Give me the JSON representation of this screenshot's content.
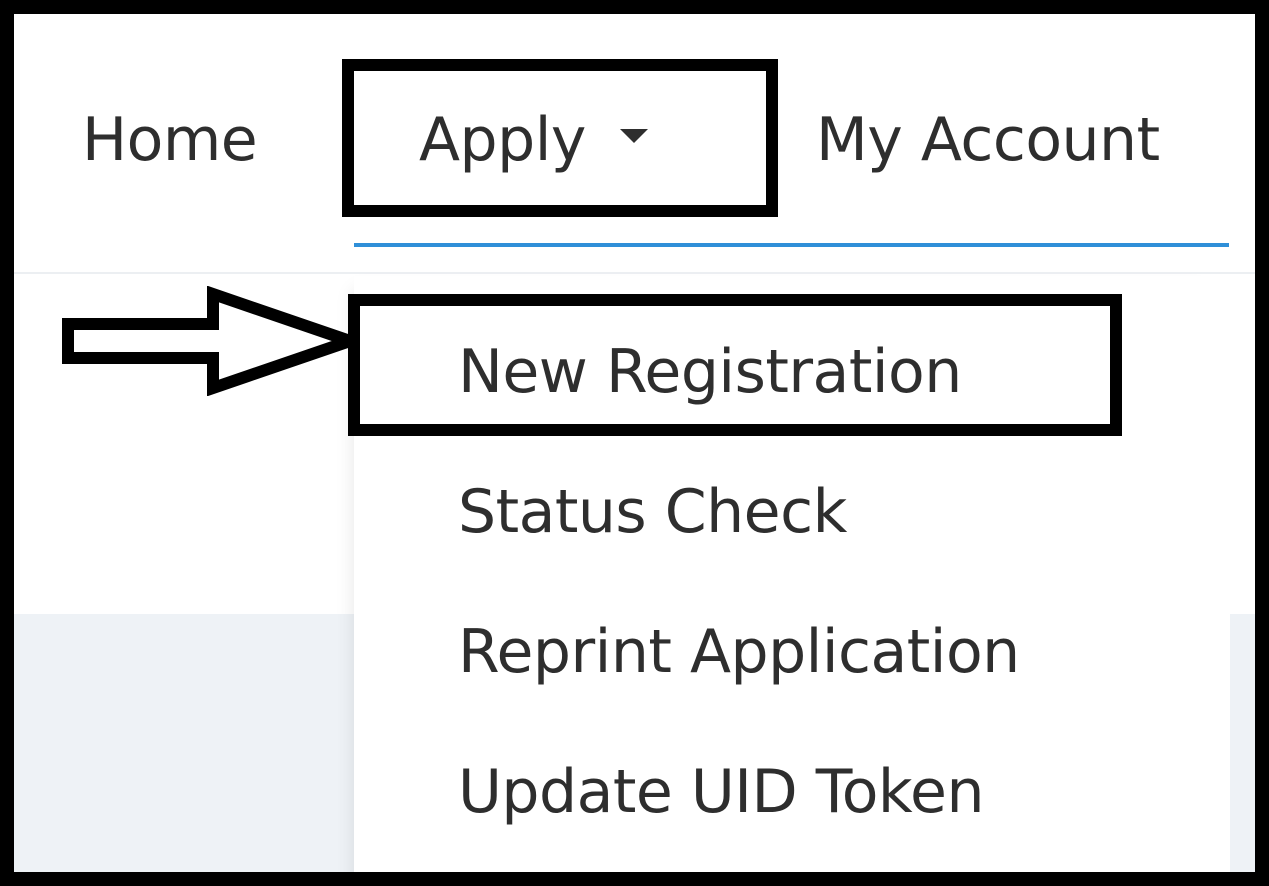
{
  "nav": {
    "home_label": "Home",
    "apply_label": "Apply",
    "account_label": "My Account"
  },
  "dropdown": {
    "items": [
      {
        "label": "New Registration"
      },
      {
        "label": "Status Check"
      },
      {
        "label": "Reprint Application"
      },
      {
        "label": "Update UID Token"
      }
    ]
  },
  "colors": {
    "accent_underline": "#2f8fd8",
    "text": "#2e2e2e",
    "annotation": "#000000"
  },
  "icons": {
    "apply_caret": "caret-down-icon",
    "pointer": "arrow-right-icon"
  }
}
